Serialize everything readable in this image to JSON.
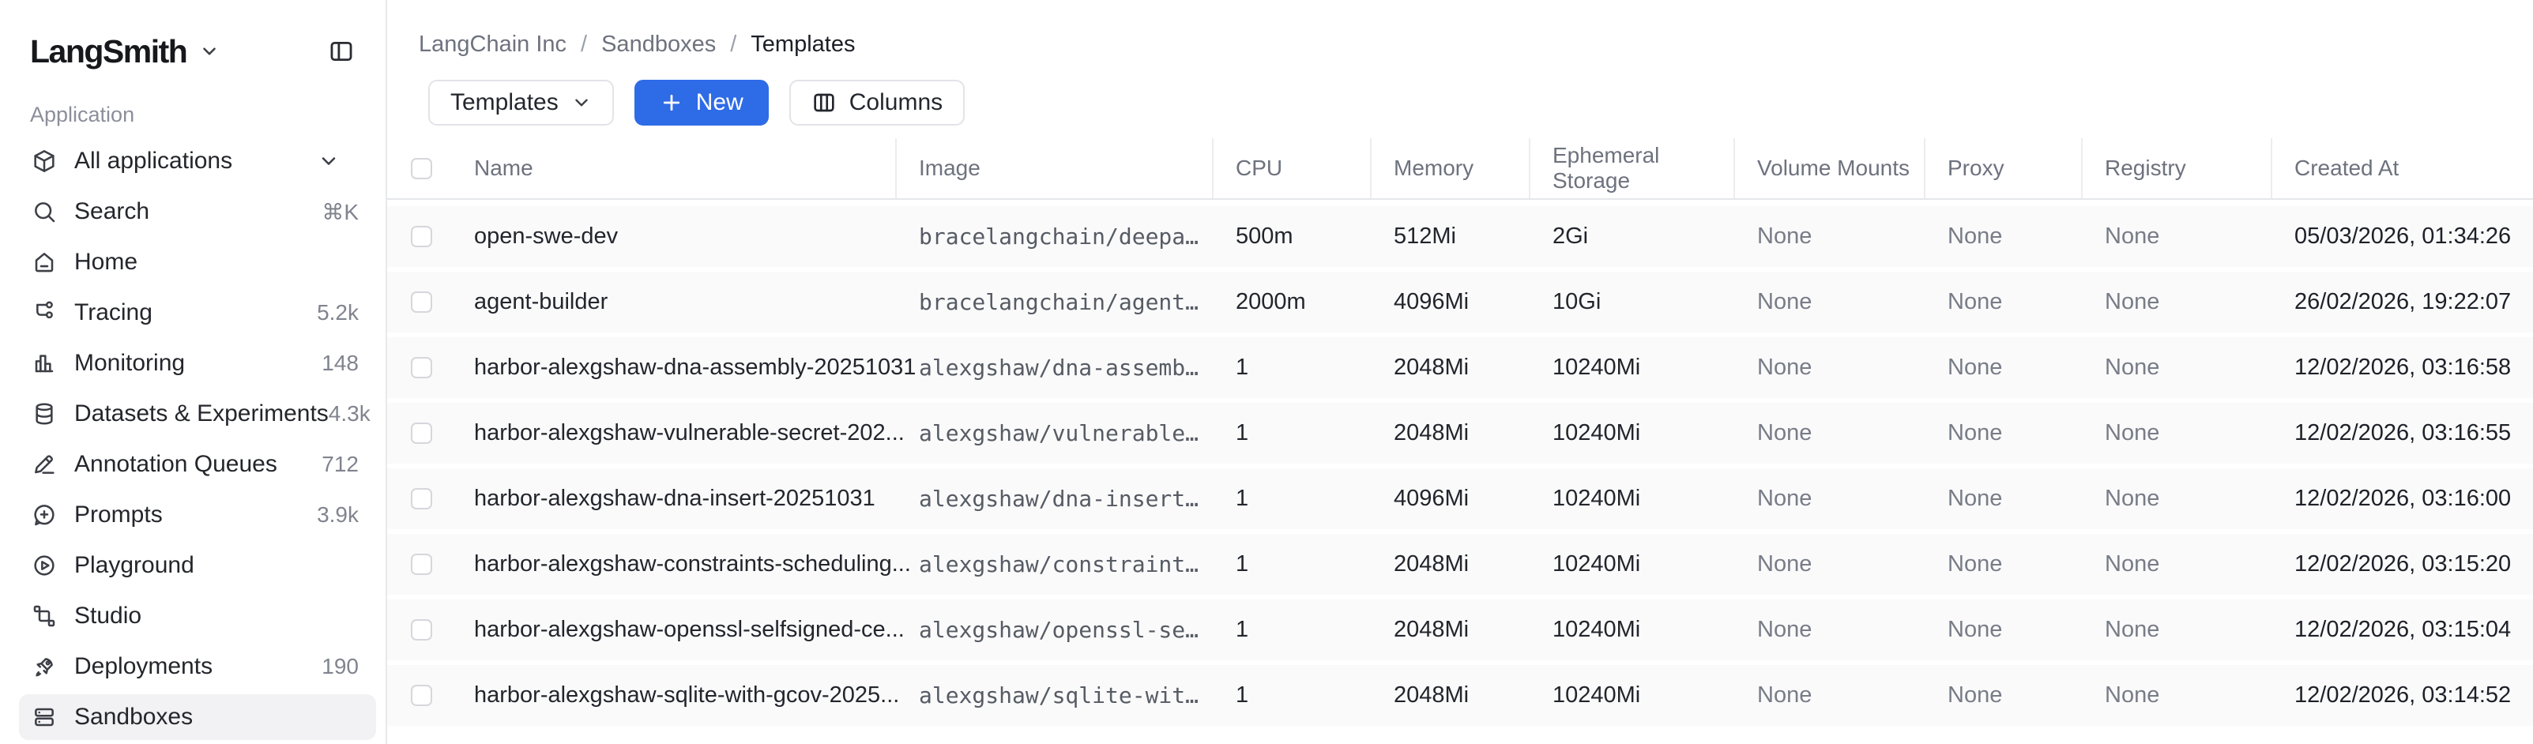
{
  "app": {
    "name": "LangSmith"
  },
  "sidebar": {
    "section_label": "Application",
    "workspace": {
      "label": "All applications",
      "icon": "box"
    },
    "items": [
      {
        "label": "Search",
        "badge": "⌘K",
        "icon": "search",
        "active": false
      },
      {
        "label": "Home",
        "badge": "",
        "icon": "home",
        "active": false
      },
      {
        "label": "Tracing",
        "badge": "5.2k",
        "icon": "tracing",
        "active": false
      },
      {
        "label": "Monitoring",
        "badge": "148",
        "icon": "monitoring",
        "active": false
      },
      {
        "label": "Datasets & Experiments",
        "badge": "4.3k",
        "icon": "datasets",
        "active": false
      },
      {
        "label": "Annotation Queues",
        "badge": "712",
        "icon": "annotation",
        "active": false
      },
      {
        "label": "Prompts",
        "badge": "3.9k",
        "icon": "prompts",
        "active": false
      },
      {
        "label": "Playground",
        "badge": "",
        "icon": "playground",
        "active": false
      },
      {
        "label": "Studio",
        "badge": "",
        "icon": "studio",
        "active": false
      },
      {
        "label": "Deployments",
        "badge": "190",
        "icon": "deployments",
        "active": false
      },
      {
        "label": "Sandboxes",
        "badge": "",
        "icon": "sandboxes",
        "active": true
      }
    ]
  },
  "breadcrumb": {
    "separator": "/",
    "items": [
      "LangChain Inc",
      "Sandboxes",
      "Templates"
    ]
  },
  "toolbar": {
    "view_dropdown_label": "Templates",
    "new_button_label": "New",
    "columns_button_label": "Columns"
  },
  "table": {
    "columns": [
      "Name",
      "Image",
      "CPU",
      "Memory",
      "Ephemeral Storage",
      "Volume Mounts",
      "Proxy",
      "Registry",
      "Created At"
    ],
    "rows": [
      [
        "open-swe-dev",
        "bracelangchain/deepa…",
        "500m",
        "512Mi",
        "2Gi",
        "None",
        "None",
        "None",
        "05/03/2026, 01:34:26"
      ],
      [
        "agent-builder",
        "bracelangchain/agent…",
        "2000m",
        "4096Mi",
        "10Gi",
        "None",
        "None",
        "None",
        "26/02/2026, 19:22:07"
      ],
      [
        "harbor-alexgshaw-dna-assembly-20251031",
        "alexgshaw/dna-assemb…",
        "1",
        "2048Mi",
        "10240Mi",
        "None",
        "None",
        "None",
        "12/02/2026, 03:16:58"
      ],
      [
        "harbor-alexgshaw-vulnerable-secret-202...",
        "alexgshaw/vulnerable…",
        "1",
        "2048Mi",
        "10240Mi",
        "None",
        "None",
        "None",
        "12/02/2026, 03:16:55"
      ],
      [
        "harbor-alexgshaw-dna-insert-20251031",
        "alexgshaw/dna-insert…",
        "1",
        "4096Mi",
        "10240Mi",
        "None",
        "None",
        "None",
        "12/02/2026, 03:16:00"
      ],
      [
        "harbor-alexgshaw-constraints-scheduling...",
        "alexgshaw/constraint…",
        "1",
        "2048Mi",
        "10240Mi",
        "None",
        "None",
        "None",
        "12/02/2026, 03:15:20"
      ],
      [
        "harbor-alexgshaw-openssl-selfsigned-ce...",
        "alexgshaw/openssl-se…",
        "1",
        "2048Mi",
        "10240Mi",
        "None",
        "None",
        "None",
        "12/02/2026, 03:15:04"
      ],
      [
        "harbor-alexgshaw-sqlite-with-gcov-2025...",
        "alexgshaw/sqlite-wit…",
        "1",
        "2048Mi",
        "10240Mi",
        "None",
        "None",
        "None",
        "12/02/2026, 03:14:52"
      ]
    ]
  },
  "colors": {
    "accent_blue": "#2e6be6",
    "active_item_bg": "#f2f2f4",
    "row_bg": "#fafafa",
    "border": "#e6e7ea",
    "muted_text": "#6d727e"
  }
}
